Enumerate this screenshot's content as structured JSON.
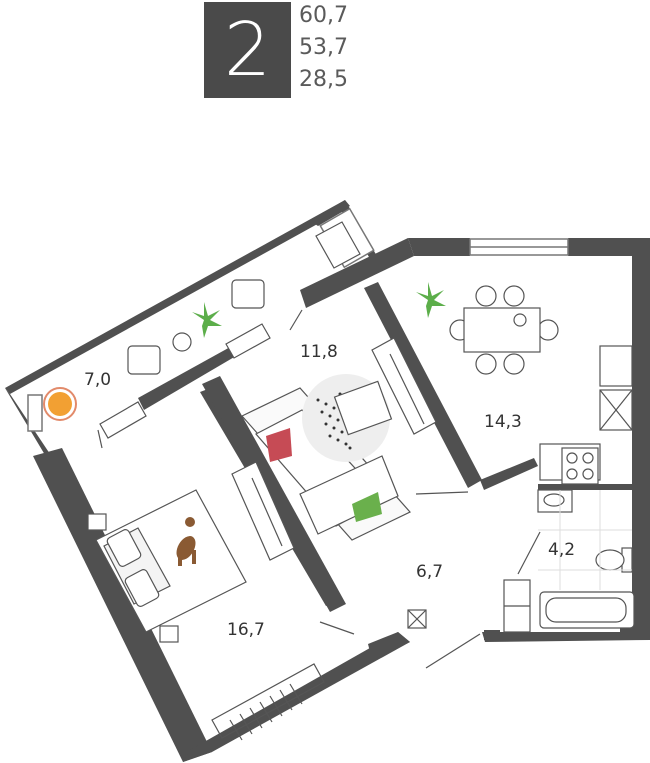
{
  "header": {
    "rooms_count": "2",
    "area_total": "60,7",
    "area_living": "53,7",
    "area_kitchen": "28,5"
  },
  "rooms": {
    "balcony": "7,0",
    "hall_living": "11,8",
    "kitchen": "14,3",
    "bedroom": "16,7",
    "corridor": "6,7",
    "bathroom": "4,2"
  },
  "colors": {
    "wall": "#505050",
    "badge_bg": "#4a4a4a",
    "plant": "#5cae4a",
    "pillow_red": "#c64b55",
    "pillow_green": "#6ab04c",
    "dog": "#8a5a33",
    "chair_orange": "#f2a033"
  },
  "icons": [
    "plant-icon",
    "dog-icon",
    "stove-icon",
    "sink-icon",
    "bathtub-icon",
    "toilet-icon",
    "chair-icon",
    "table-icon"
  ]
}
